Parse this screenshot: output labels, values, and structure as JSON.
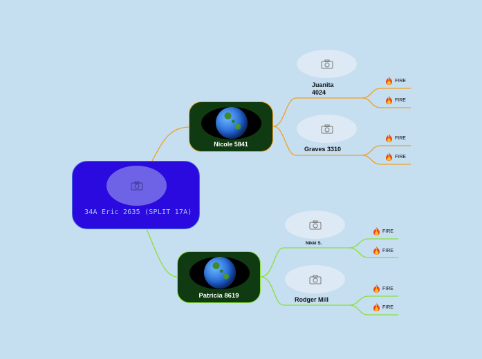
{
  "root": {
    "label": "34A Eric 2635 (SPLIT 17A)"
  },
  "branches": [
    {
      "title": "Nicole 5841",
      "children": [
        {
          "name": "Juanita 4024",
          "tags": [
            "FIRE",
            "FIRE"
          ]
        },
        {
          "name": "Graves 3310",
          "tags": [
            "FIRE",
            "FIRE"
          ]
        }
      ]
    },
    {
      "title": "Patricia 8619",
      "children": [
        {
          "name": "Nikki S.",
          "tags": [
            "FIRE",
            "FIRE"
          ]
        },
        {
          "name": "Rodger Mill",
          "tags": [
            "FIRE",
            "FIRE"
          ]
        }
      ]
    }
  ],
  "colors": {
    "background": "#c5def0",
    "root_fill": "#2a0adf",
    "branch_fill": "#0f3a12",
    "orange_line": "#f0a020",
    "green_line": "#8ae03a"
  },
  "icons": {
    "photo_placeholder": "camera-icon",
    "tag_icon": "fire-icon",
    "branch_image": "earth-globe"
  }
}
